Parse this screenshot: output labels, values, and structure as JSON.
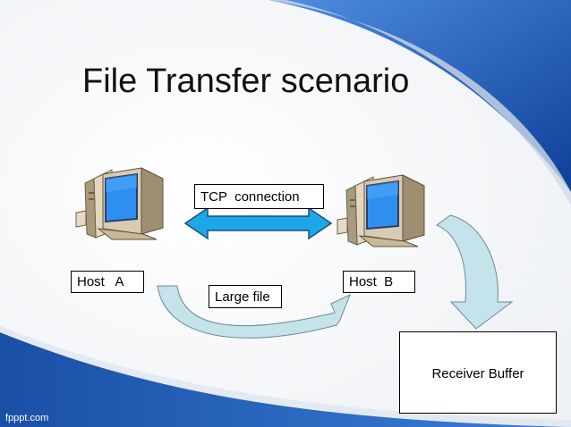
{
  "slide": {
    "title": "File Transfer scenario",
    "watermark": "fpppt.com"
  },
  "labels": {
    "tcp_connection": "TCP  connection",
    "host_a": "Host   A",
    "host_b": "Host  B",
    "large_file": "Large file",
    "receiver_buffer": "Receiver Buffer"
  },
  "icons": {
    "host_a": "desktop-computer-icon",
    "host_b": "desktop-computer-icon"
  },
  "colors": {
    "background_blue": "#1f5fb4",
    "tcp_arrow": "#1ea7e8",
    "curved_arrow_fill": "#c5e3ea",
    "monitor_screen": "#2f8ff0",
    "computer_case": "#c7b69a"
  }
}
